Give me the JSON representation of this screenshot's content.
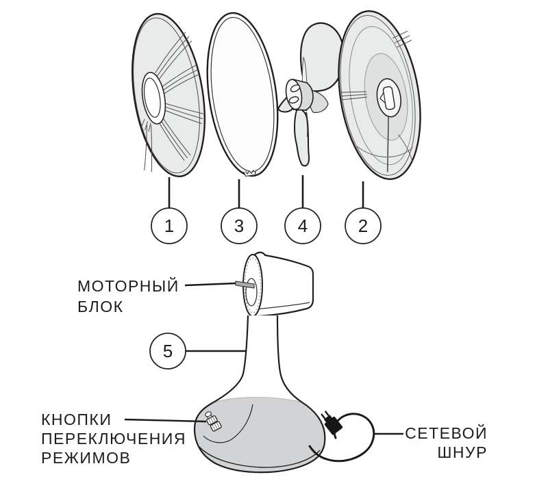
{
  "diagram": {
    "description": "Exploded-view diagram of a table fan from a user manual",
    "colors": {
      "background": "#ffffff",
      "outline": "#1e1e1e",
      "part_fill": "#e9eaea",
      "hub_disc_fill": "#dfe0e0",
      "base_fill": "#d2d3d4",
      "shaft_fill": "#ababab",
      "plug_fill": "#161616"
    },
    "parts": {
      "front_grille": {
        "number": "1"
      },
      "ring": {
        "number": "3"
      },
      "blade": {
        "number": "4"
      },
      "rear_grille": {
        "number": "2"
      },
      "stand": {
        "number": "5"
      }
    },
    "callouts": {
      "motor_block": {
        "lines": [
          "МОТОРНЫЙ",
          "БЛОК"
        ]
      },
      "mode_buttons": {
        "lines": [
          "КНОПКИ",
          "ПЕРЕКЛЮЧЕНИЯ",
          "РЕЖИМОВ"
        ]
      },
      "power_cord": {
        "lines": [
          "СЕТЕВОЙ",
          "ШНУР"
        ]
      }
    }
  }
}
